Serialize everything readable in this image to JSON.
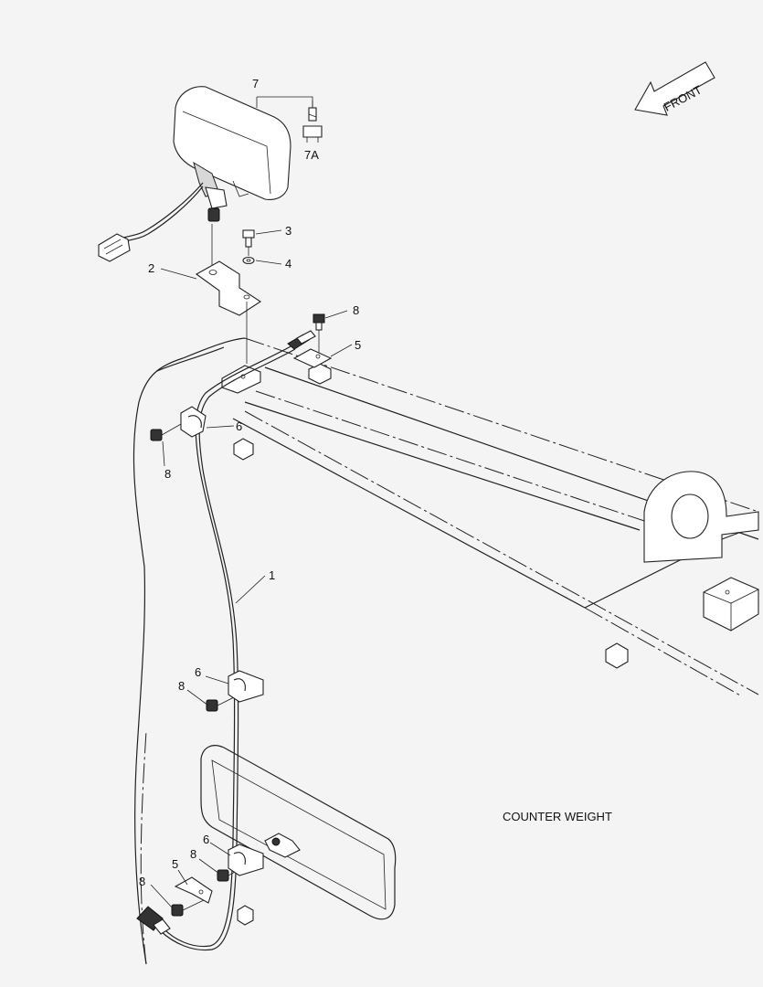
{
  "callouts": {
    "c7": "7",
    "c7a": "7A",
    "c3": "3",
    "c4": "4",
    "c2": "2",
    "c8a": "8",
    "c5a": "5",
    "c6a": "6",
    "c8b": "8",
    "c1": "1",
    "c6b": "6",
    "c8c": "8",
    "c6c": "6",
    "c8d": "8",
    "c5b": "5",
    "c8e": "8"
  },
  "labels": {
    "front": "FRONT",
    "counter_weight": "COUNTER WEIGHT"
  }
}
